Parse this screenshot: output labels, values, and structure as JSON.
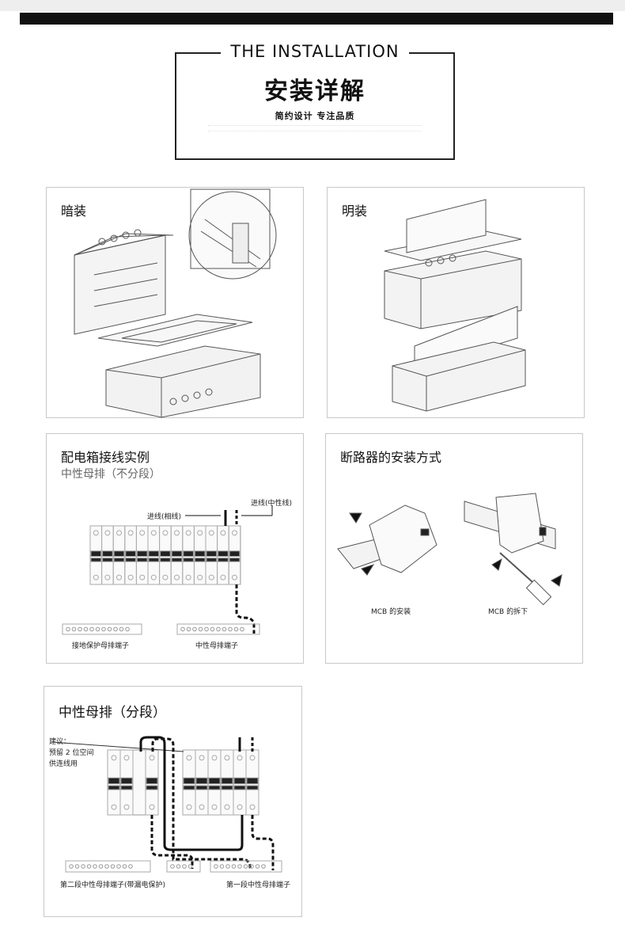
{
  "header": {
    "title_en": "THE INSTALLATION",
    "title_cn": "安装详解",
    "subtitle": "简约设计 专注品质"
  },
  "panels": {
    "concealed": {
      "title": "暗装"
    },
    "surface": {
      "title": "明装"
    },
    "wiring": {
      "title": "配电箱接线实例",
      "subtitle": "中性母排（不分段）",
      "label_phase_in": "进线(相线)",
      "label_neutral_in": "进线(中性线)",
      "label_ground_bar": "接地保护母排端子",
      "label_neutral_bar": "中性母排端子"
    },
    "mcb": {
      "title": "断路器的安装方式",
      "label_install": "MCB 的安装",
      "label_remove": "MCB 的拆下"
    },
    "segmented": {
      "title": "中性母排（分段）",
      "note_line1": "建议：",
      "note_line2": "预留 2 位空间",
      "note_line3": "供连线用",
      "label_second": "第二段中性母排端子(带漏电保护)",
      "label_first": "第一段中性母排端子"
    }
  }
}
